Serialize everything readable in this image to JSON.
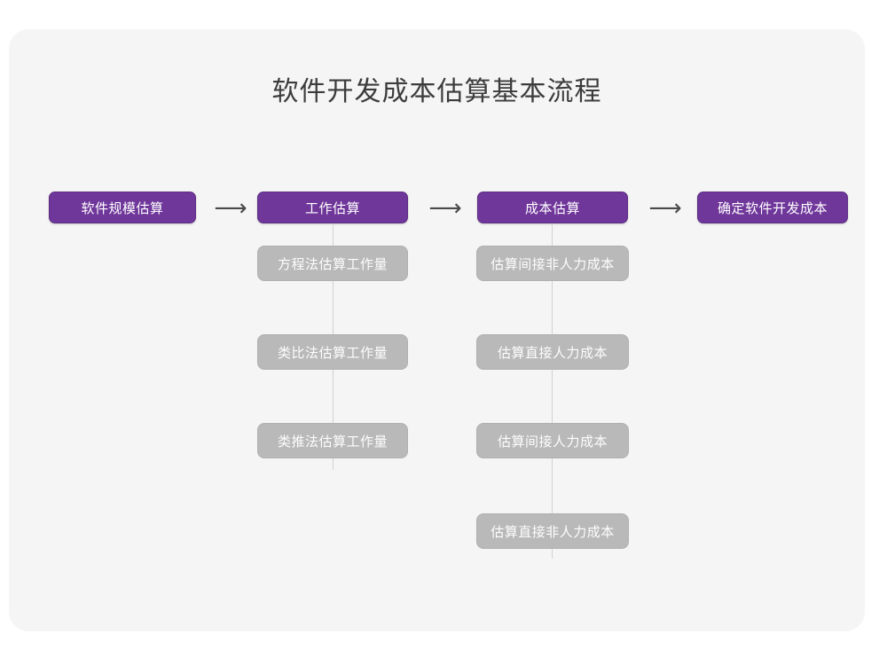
{
  "diagram": {
    "title": "软件开发成本估算基本流程",
    "colors": {
      "card_background": "#f5f5f5",
      "page_background": "#ffffff",
      "primary_node": "#70379b",
      "primary_node_border": "#5d2d84",
      "secondary_node": "#b9b9b9",
      "connector": "#d2d2d2",
      "title_text": "#3c3c3c",
      "node_text": "#ffffff"
    },
    "arrow_glyph": "⟶",
    "main_flow": [
      {
        "id": "step-1",
        "label": "软件规模估算"
      },
      {
        "id": "step-2",
        "label": "工作估算"
      },
      {
        "id": "step-3",
        "label": "成本估算"
      },
      {
        "id": "step-4",
        "label": "确定软件开发成本"
      }
    ],
    "arrows": [
      {
        "id": "arrow-1",
        "glyph": "⟶"
      },
      {
        "id": "arrow-2",
        "glyph": "⟶"
      },
      {
        "id": "arrow-3",
        "glyph": "⟶"
      }
    ],
    "branches": [
      {
        "parent": "工作估算",
        "column": "left",
        "items": [
          {
            "label": "方程法估算工作量"
          },
          {
            "label": "类比法估算工作量"
          },
          {
            "label": "类推法估算工作量"
          }
        ]
      },
      {
        "parent": "成本估算",
        "column": "right",
        "items": [
          {
            "label": "估算间接非人力成本"
          },
          {
            "label": "估算直接人力成本"
          },
          {
            "label": "估算间接人力成本"
          },
          {
            "label": "估算直接非人力成本"
          }
        ]
      }
    ]
  }
}
